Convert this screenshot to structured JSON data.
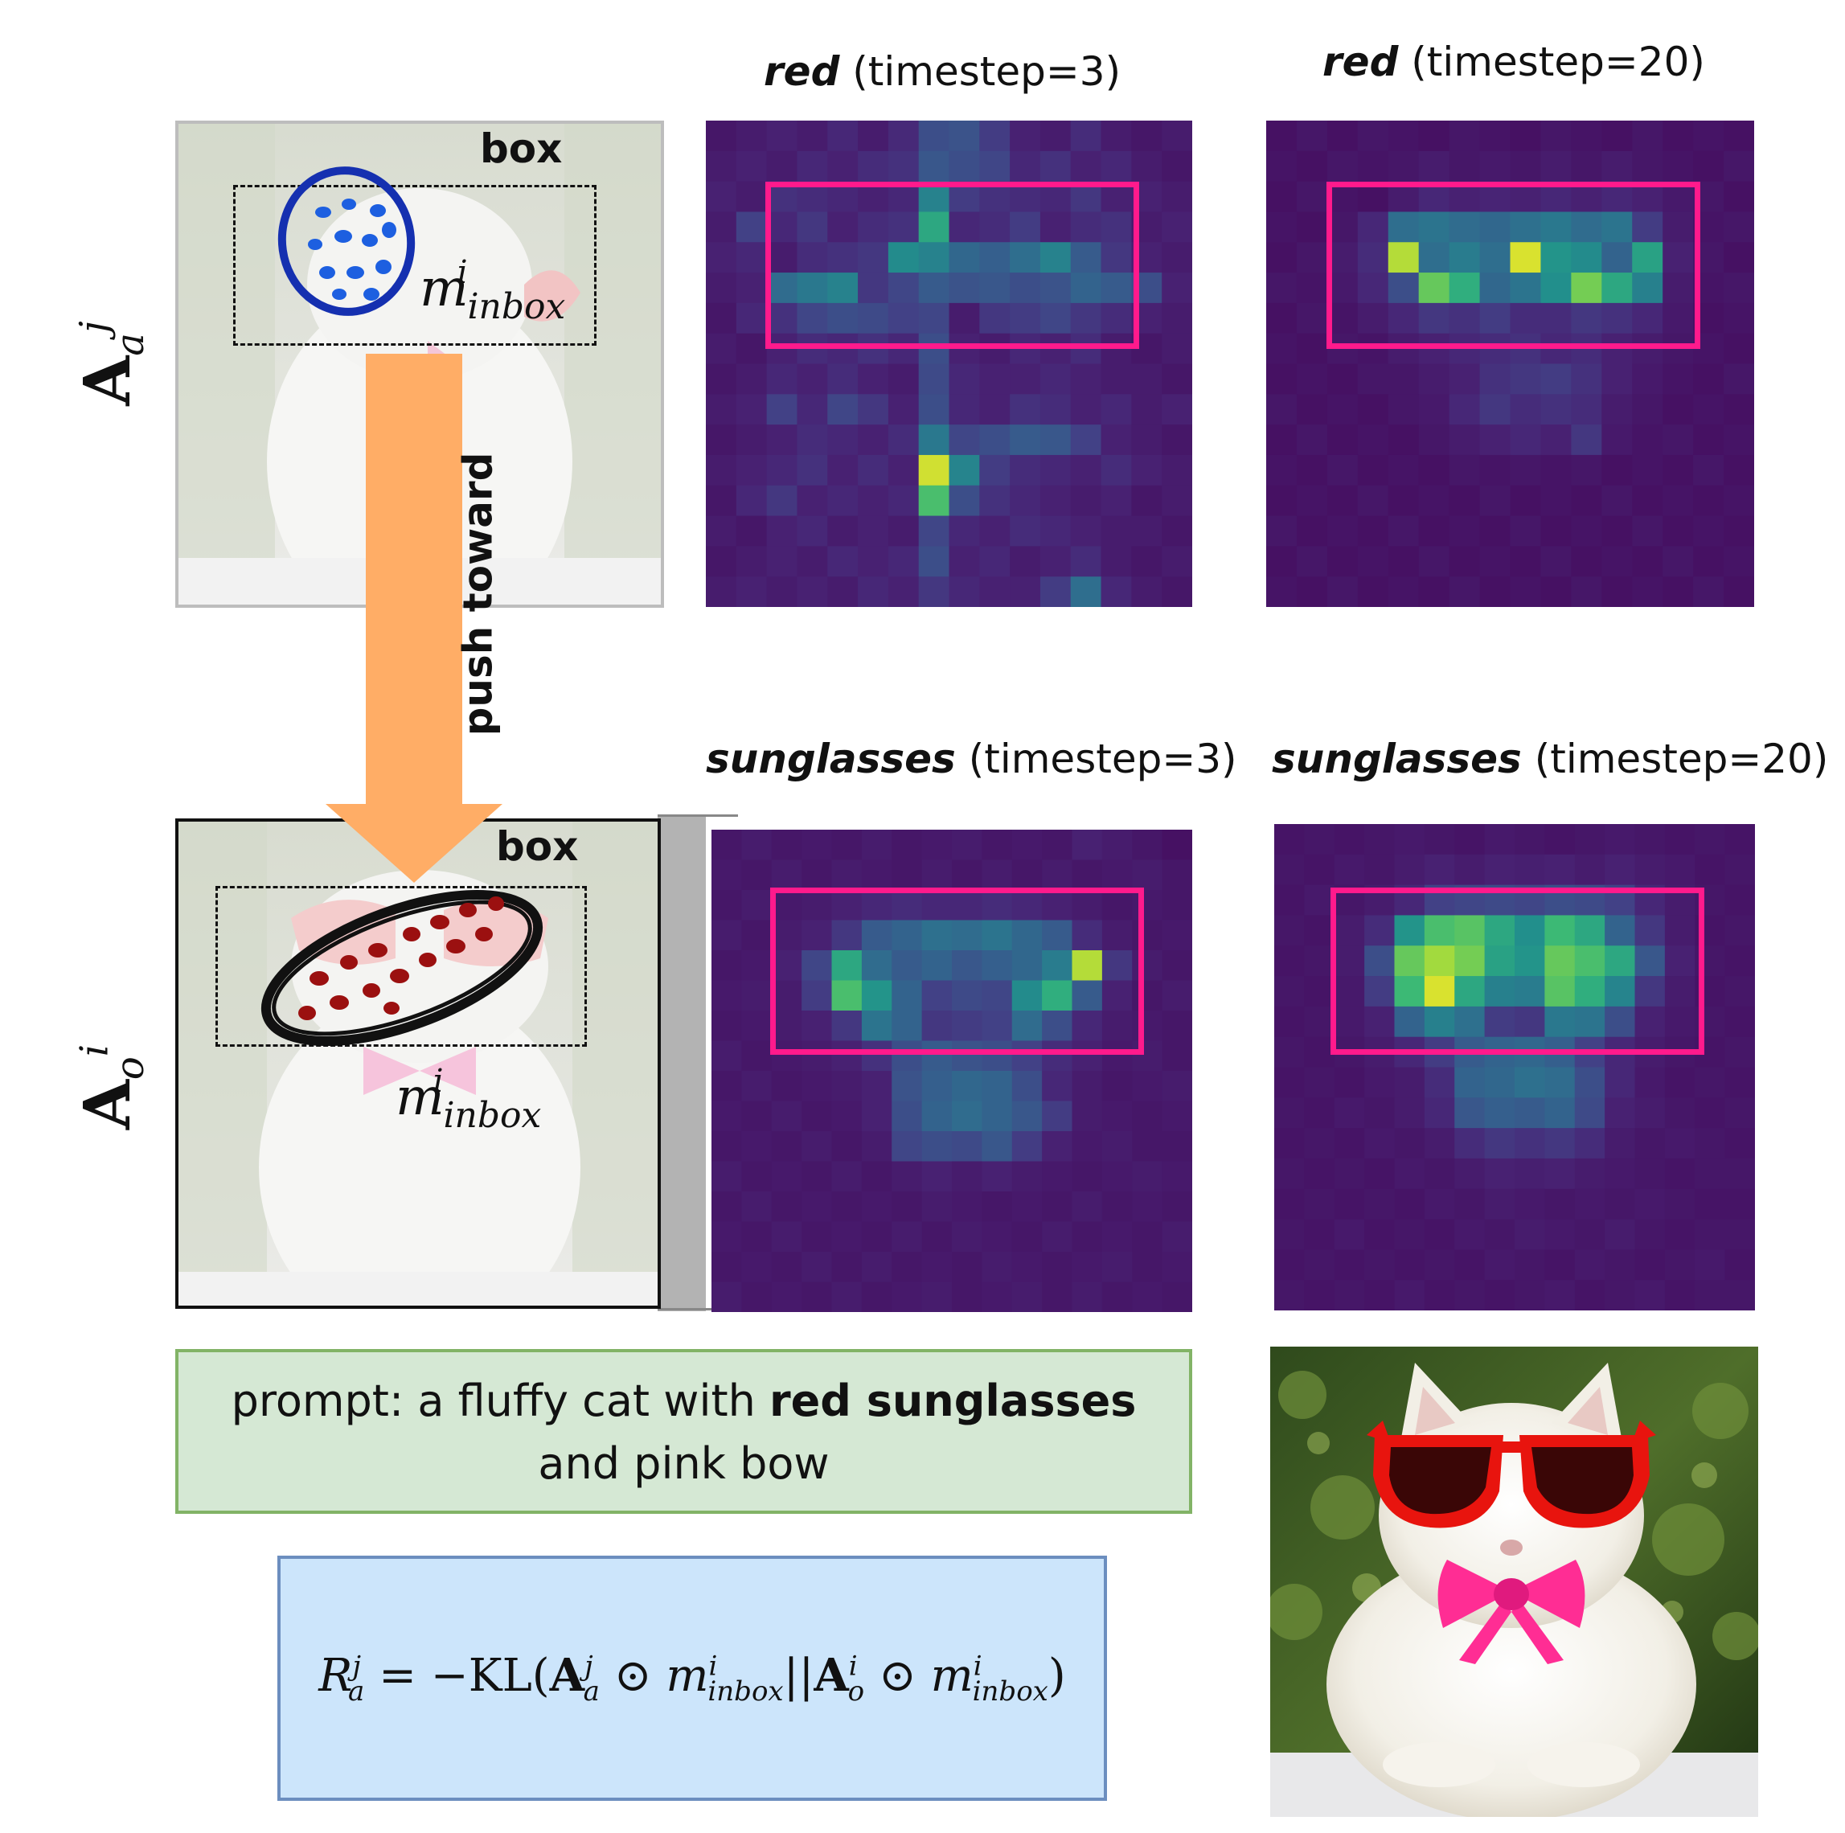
{
  "titles": {
    "red_t3_word": "red",
    "red_t3_rest": " (timestep=3)",
    "red_t20_word": "red",
    "red_t20_rest": " (timestep=20)",
    "sg_t3_word": "sunglasses",
    "sg_t3_rest": " (timestep=3)",
    "sg_t20_word": "sunglasses",
    "sg_t20_rest": " (timestep=20)"
  },
  "row_labels": {
    "top": {
      "base": "A",
      "sub": "a",
      "sup": "j"
    },
    "bottom": {
      "base": "A",
      "sub": "o",
      "sup": "i"
    }
  },
  "attention_panels": {
    "top_box_label": "box",
    "bottom_box_label": "box",
    "mask_label_base": "m",
    "mask_label_sub": "inbox",
    "mask_label_sup": "i"
  },
  "arrow": {
    "label": "push toward"
  },
  "prompt": {
    "prefix": "prompt: a fluffy cat with ",
    "bold": "red sunglasses",
    "line2": "and pink bow"
  },
  "formula": {
    "R": "R",
    "R_sub": "a",
    "R_sup": "j",
    "eq": " = −KL(",
    "A1": "A",
    "A1_sub": "a",
    "A1_sup": "j",
    "odot1": " ⊙ ",
    "m1": "m",
    "m1_sub": "inbox",
    "m1_sup": "i",
    "sep": "||",
    "A2": "A",
    "A2_sub": "o",
    "A2_sup": "i",
    "odot2": " ⊙ ",
    "m2": "m",
    "m2_sub": "inbox",
    "m2_sup": "i",
    "close": ")"
  },
  "colors": {
    "heatmap_low": "#440154",
    "heatmap_mid": "#21918c",
    "heatmap_high": "#fde725",
    "bbox_magenta": "#ff1a8c",
    "arrow_orange": "#ffad66",
    "blue_mask": "#1530b0",
    "red_mask": "#9b1010",
    "prompt_bg": "#d5e8d4",
    "formula_bg": "#cce5fb"
  },
  "heatmaps": {
    "red_t3": [
      [
        0.08,
        0.1,
        0.12,
        0.1,
        0.14,
        0.1,
        0.15,
        0.3,
        0.32,
        0.22,
        0.12,
        0.1,
        0.16,
        0.1,
        0.08,
        0.1
      ],
      [
        0.1,
        0.12,
        0.1,
        0.14,
        0.12,
        0.16,
        0.18,
        0.34,
        0.3,
        0.26,
        0.14,
        0.18,
        0.12,
        0.14,
        0.1,
        0.08
      ],
      [
        0.12,
        0.1,
        0.18,
        0.16,
        0.14,
        0.12,
        0.14,
        0.55,
        0.22,
        0.18,
        0.16,
        0.14,
        0.2,
        0.12,
        0.12,
        0.1
      ],
      [
        0.1,
        0.24,
        0.14,
        0.2,
        0.12,
        0.16,
        0.18,
        0.7,
        0.14,
        0.16,
        0.22,
        0.12,
        0.16,
        0.18,
        0.1,
        0.12
      ],
      [
        0.12,
        0.14,
        0.1,
        0.16,
        0.18,
        0.2,
        0.6,
        0.55,
        0.42,
        0.38,
        0.45,
        0.55,
        0.36,
        0.2,
        0.12,
        0.1
      ],
      [
        0.1,
        0.12,
        0.44,
        0.5,
        0.55,
        0.2,
        0.26,
        0.36,
        0.32,
        0.34,
        0.3,
        0.32,
        0.4,
        0.36,
        0.3,
        0.12
      ],
      [
        0.08,
        0.14,
        0.18,
        0.26,
        0.3,
        0.28,
        0.24,
        0.26,
        0.1,
        0.2,
        0.22,
        0.26,
        0.2,
        0.16,
        0.12,
        0.1
      ],
      [
        0.1,
        0.08,
        0.12,
        0.16,
        0.14,
        0.18,
        0.14,
        0.3,
        0.12,
        0.1,
        0.14,
        0.12,
        0.16,
        0.1,
        0.08,
        0.1
      ],
      [
        0.08,
        0.1,
        0.14,
        0.12,
        0.16,
        0.12,
        0.1,
        0.28,
        0.14,
        0.12,
        0.12,
        0.14,
        0.12,
        0.1,
        0.1,
        0.08
      ],
      [
        0.1,
        0.12,
        0.24,
        0.14,
        0.26,
        0.2,
        0.12,
        0.3,
        0.14,
        0.12,
        0.18,
        0.16,
        0.12,
        0.14,
        0.1,
        0.12
      ],
      [
        0.08,
        0.1,
        0.12,
        0.16,
        0.14,
        0.12,
        0.16,
        0.5,
        0.26,
        0.3,
        0.36,
        0.34,
        0.24,
        0.12,
        0.1,
        0.08
      ],
      [
        0.1,
        0.12,
        0.14,
        0.18,
        0.12,
        0.16,
        0.12,
        0.95,
        0.56,
        0.22,
        0.16,
        0.14,
        0.12,
        0.16,
        0.12,
        0.1
      ],
      [
        0.08,
        0.14,
        0.2,
        0.12,
        0.14,
        0.12,
        0.14,
        0.78,
        0.3,
        0.18,
        0.14,
        0.12,
        0.1,
        0.12,
        0.08,
        0.1
      ],
      [
        0.1,
        0.08,
        0.12,
        0.14,
        0.1,
        0.12,
        0.1,
        0.26,
        0.14,
        0.12,
        0.16,
        0.14,
        0.12,
        0.1,
        0.1,
        0.08
      ],
      [
        0.08,
        0.1,
        0.12,
        0.1,
        0.14,
        0.12,
        0.14,
        0.3,
        0.12,
        0.14,
        0.1,
        0.12,
        0.16,
        0.1,
        0.08,
        0.1
      ],
      [
        0.1,
        0.12,
        0.1,
        0.12,
        0.1,
        0.14,
        0.12,
        0.2,
        0.14,
        0.12,
        0.12,
        0.22,
        0.45,
        0.14,
        0.1,
        0.08
      ]
    ],
    "red_t20": [
      [
        0.06,
        0.08,
        0.06,
        0.08,
        0.07,
        0.06,
        0.08,
        0.07,
        0.06,
        0.08,
        0.07,
        0.06,
        0.08,
        0.06,
        0.07,
        0.06
      ],
      [
        0.07,
        0.06,
        0.08,
        0.07,
        0.08,
        0.1,
        0.08,
        0.09,
        0.08,
        0.1,
        0.08,
        0.1,
        0.08,
        0.07,
        0.06,
        0.08
      ],
      [
        0.06,
        0.08,
        0.07,
        0.06,
        0.1,
        0.14,
        0.12,
        0.13,
        0.12,
        0.14,
        0.12,
        0.14,
        0.12,
        0.09,
        0.08,
        0.06
      ],
      [
        0.07,
        0.06,
        0.08,
        0.14,
        0.45,
        0.48,
        0.44,
        0.42,
        0.46,
        0.5,
        0.44,
        0.48,
        0.22,
        0.1,
        0.07,
        0.08
      ],
      [
        0.06,
        0.08,
        0.1,
        0.16,
        0.92,
        0.45,
        0.52,
        0.45,
        0.96,
        0.64,
        0.6,
        0.4,
        0.68,
        0.12,
        0.08,
        0.06
      ],
      [
        0.08,
        0.07,
        0.09,
        0.14,
        0.3,
        0.82,
        0.72,
        0.42,
        0.48,
        0.62,
        0.84,
        0.7,
        0.54,
        0.1,
        0.07,
        0.08
      ],
      [
        0.06,
        0.08,
        0.07,
        0.1,
        0.14,
        0.2,
        0.18,
        0.22,
        0.16,
        0.16,
        0.2,
        0.18,
        0.14,
        0.09,
        0.06,
        0.07
      ],
      [
        0.07,
        0.06,
        0.08,
        0.07,
        0.1,
        0.12,
        0.14,
        0.16,
        0.18,
        0.14,
        0.16,
        0.12,
        0.1,
        0.08,
        0.07,
        0.06
      ],
      [
        0.06,
        0.07,
        0.06,
        0.08,
        0.08,
        0.1,
        0.12,
        0.18,
        0.2,
        0.22,
        0.18,
        0.12,
        0.09,
        0.07,
        0.06,
        0.08
      ],
      [
        0.08,
        0.06,
        0.07,
        0.06,
        0.08,
        0.09,
        0.14,
        0.2,
        0.16,
        0.18,
        0.16,
        0.1,
        0.08,
        0.06,
        0.07,
        0.06
      ],
      [
        0.06,
        0.08,
        0.06,
        0.07,
        0.06,
        0.08,
        0.1,
        0.12,
        0.14,
        0.12,
        0.2,
        0.09,
        0.07,
        0.08,
        0.06,
        0.07
      ],
      [
        0.07,
        0.06,
        0.08,
        0.06,
        0.07,
        0.06,
        0.08,
        0.07,
        0.08,
        0.07,
        0.08,
        0.06,
        0.07,
        0.06,
        0.08,
        0.06
      ],
      [
        0.06,
        0.07,
        0.06,
        0.08,
        0.06,
        0.07,
        0.06,
        0.08,
        0.06,
        0.07,
        0.06,
        0.08,
        0.06,
        0.07,
        0.06,
        0.07
      ],
      [
        0.08,
        0.06,
        0.07,
        0.06,
        0.08,
        0.06,
        0.07,
        0.06,
        0.08,
        0.06,
        0.07,
        0.06,
        0.08,
        0.06,
        0.07,
        0.06
      ],
      [
        0.06,
        0.08,
        0.06,
        0.07,
        0.06,
        0.08,
        0.06,
        0.07,
        0.06,
        0.08,
        0.06,
        0.07,
        0.06,
        0.08,
        0.06,
        0.07
      ],
      [
        0.07,
        0.06,
        0.08,
        0.06,
        0.07,
        0.06,
        0.08,
        0.06,
        0.07,
        0.06,
        0.08,
        0.06,
        0.07,
        0.06,
        0.08,
        0.06
      ]
    ],
    "sg_t3": [
      [
        0.08,
        0.1,
        0.08,
        0.09,
        0.08,
        0.1,
        0.08,
        0.09,
        0.1,
        0.08,
        0.09,
        0.08,
        0.12,
        0.1,
        0.08,
        0.06
      ],
      [
        0.09,
        0.08,
        0.1,
        0.08,
        0.1,
        0.09,
        0.08,
        0.1,
        0.08,
        0.1,
        0.08,
        0.1,
        0.08,
        0.09,
        0.1,
        0.08
      ],
      [
        0.08,
        0.1,
        0.09,
        0.1,
        0.12,
        0.14,
        0.16,
        0.14,
        0.14,
        0.16,
        0.14,
        0.12,
        0.1,
        0.08,
        0.09,
        0.08
      ],
      [
        0.1,
        0.08,
        0.1,
        0.12,
        0.2,
        0.36,
        0.4,
        0.46,
        0.44,
        0.48,
        0.42,
        0.36,
        0.16,
        0.1,
        0.08,
        0.09
      ],
      [
        0.08,
        0.09,
        0.12,
        0.26,
        0.7,
        0.44,
        0.36,
        0.4,
        0.34,
        0.38,
        0.42,
        0.52,
        0.92,
        0.2,
        0.1,
        0.08
      ],
      [
        0.09,
        0.1,
        0.1,
        0.22,
        0.78,
        0.64,
        0.4,
        0.24,
        0.28,
        0.26,
        0.6,
        0.72,
        0.36,
        0.12,
        0.08,
        0.1
      ],
      [
        0.08,
        0.09,
        0.1,
        0.12,
        0.2,
        0.48,
        0.4,
        0.2,
        0.22,
        0.24,
        0.44,
        0.3,
        0.14,
        0.1,
        0.09,
        0.08
      ],
      [
        0.1,
        0.08,
        0.09,
        0.1,
        0.12,
        0.18,
        0.3,
        0.36,
        0.32,
        0.3,
        0.24,
        0.16,
        0.12,
        0.09,
        0.1,
        0.08
      ],
      [
        0.08,
        0.1,
        0.08,
        0.09,
        0.1,
        0.12,
        0.32,
        0.38,
        0.42,
        0.4,
        0.3,
        0.14,
        0.1,
        0.08,
        0.09,
        0.1
      ],
      [
        0.09,
        0.08,
        0.1,
        0.08,
        0.09,
        0.12,
        0.3,
        0.4,
        0.44,
        0.4,
        0.34,
        0.22,
        0.1,
        0.09,
        0.08,
        0.09
      ],
      [
        0.08,
        0.09,
        0.08,
        0.1,
        0.08,
        0.1,
        0.26,
        0.3,
        0.28,
        0.34,
        0.22,
        0.12,
        0.09,
        0.1,
        0.08,
        0.08
      ],
      [
        0.1,
        0.08,
        0.09,
        0.08,
        0.1,
        0.08,
        0.1,
        0.12,
        0.1,
        0.12,
        0.1,
        0.09,
        0.08,
        0.09,
        0.1,
        0.09
      ],
      [
        0.08,
        0.1,
        0.08,
        0.09,
        0.08,
        0.09,
        0.08,
        0.1,
        0.09,
        0.08,
        0.09,
        0.08,
        0.1,
        0.08,
        0.09,
        0.08
      ],
      [
        0.09,
        0.08,
        0.1,
        0.08,
        0.09,
        0.08,
        0.1,
        0.08,
        0.1,
        0.09,
        0.08,
        0.1,
        0.08,
        0.09,
        0.08,
        0.1
      ],
      [
        0.08,
        0.09,
        0.08,
        0.1,
        0.08,
        0.1,
        0.08,
        0.09,
        0.08,
        0.1,
        0.09,
        0.08,
        0.09,
        0.1,
        0.08,
        0.09
      ],
      [
        0.1,
        0.08,
        0.09,
        0.08,
        0.1,
        0.08,
        0.09,
        0.1,
        0.08,
        0.09,
        0.1,
        0.08,
        0.1,
        0.08,
        0.09,
        0.08
      ]
    ],
    "sg_t20": [
      [
        0.07,
        0.08,
        0.07,
        0.08,
        0.09,
        0.08,
        0.07,
        0.09,
        0.08,
        0.07,
        0.08,
        0.09,
        0.08,
        0.07,
        0.08,
        0.07
      ],
      [
        0.08,
        0.07,
        0.09,
        0.08,
        0.1,
        0.12,
        0.1,
        0.12,
        0.11,
        0.12,
        0.1,
        0.12,
        0.1,
        0.09,
        0.07,
        0.08
      ],
      [
        0.07,
        0.09,
        0.08,
        0.1,
        0.14,
        0.24,
        0.26,
        0.28,
        0.26,
        0.3,
        0.28,
        0.24,
        0.14,
        0.1,
        0.08,
        0.07
      ],
      [
        0.08,
        0.07,
        0.1,
        0.16,
        0.64,
        0.78,
        0.8,
        0.7,
        0.62,
        0.76,
        0.7,
        0.4,
        0.2,
        0.1,
        0.07,
        0.08
      ],
      [
        0.07,
        0.08,
        0.1,
        0.3,
        0.82,
        0.9,
        0.84,
        0.68,
        0.64,
        0.82,
        0.78,
        0.7,
        0.34,
        0.12,
        0.08,
        0.07
      ],
      [
        0.08,
        0.07,
        0.09,
        0.22,
        0.76,
        0.96,
        0.7,
        0.54,
        0.52,
        0.8,
        0.72,
        0.56,
        0.2,
        0.1,
        0.07,
        0.08
      ],
      [
        0.07,
        0.08,
        0.09,
        0.12,
        0.4,
        0.54,
        0.46,
        0.22,
        0.2,
        0.5,
        0.48,
        0.3,
        0.12,
        0.09,
        0.08,
        0.07
      ],
      [
        0.08,
        0.07,
        0.08,
        0.1,
        0.14,
        0.22,
        0.36,
        0.4,
        0.42,
        0.38,
        0.24,
        0.14,
        0.1,
        0.08,
        0.07,
        0.08
      ],
      [
        0.07,
        0.08,
        0.07,
        0.09,
        0.1,
        0.16,
        0.4,
        0.42,
        0.46,
        0.44,
        0.3,
        0.14,
        0.09,
        0.07,
        0.08,
        0.07
      ],
      [
        0.08,
        0.07,
        0.09,
        0.08,
        0.1,
        0.14,
        0.34,
        0.38,
        0.36,
        0.4,
        0.28,
        0.12,
        0.1,
        0.08,
        0.07,
        0.08
      ],
      [
        0.07,
        0.08,
        0.07,
        0.09,
        0.08,
        0.1,
        0.16,
        0.2,
        0.18,
        0.2,
        0.16,
        0.1,
        0.08,
        0.09,
        0.08,
        0.07
      ],
      [
        0.08,
        0.07,
        0.08,
        0.07,
        0.09,
        0.08,
        0.1,
        0.12,
        0.11,
        0.12,
        0.1,
        0.09,
        0.08,
        0.07,
        0.08,
        0.08
      ],
      [
        0.07,
        0.08,
        0.07,
        0.08,
        0.07,
        0.09,
        0.08,
        0.1,
        0.09,
        0.08,
        0.09,
        0.08,
        0.09,
        0.08,
        0.07,
        0.07
      ],
      [
        0.08,
        0.07,
        0.09,
        0.07,
        0.08,
        0.07,
        0.09,
        0.08,
        0.1,
        0.09,
        0.08,
        0.1,
        0.08,
        0.07,
        0.08,
        0.08
      ],
      [
        0.07,
        0.08,
        0.07,
        0.08,
        0.07,
        0.08,
        0.07,
        0.09,
        0.08,
        0.07,
        0.09,
        0.08,
        0.07,
        0.08,
        0.09,
        0.07
      ],
      [
        0.08,
        0.07,
        0.08,
        0.07,
        0.09,
        0.07,
        0.08,
        0.07,
        0.08,
        0.09,
        0.07,
        0.08,
        0.09,
        0.07,
        0.08,
        0.08
      ]
    ]
  }
}
